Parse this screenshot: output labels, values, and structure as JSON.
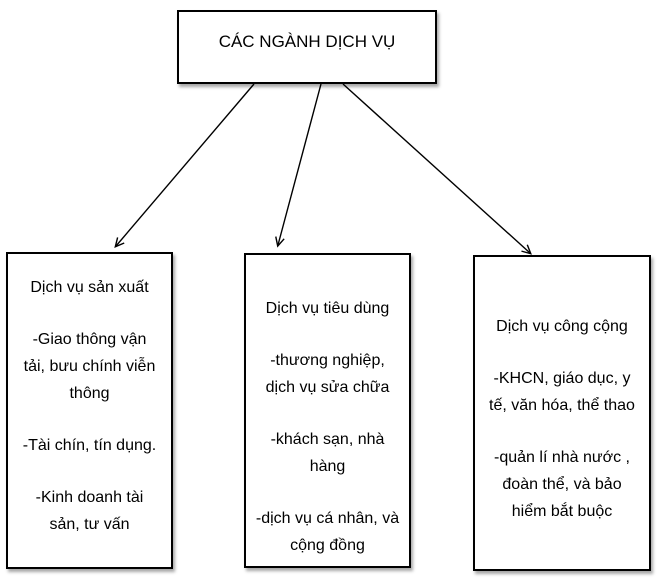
{
  "diagram": {
    "root": {
      "label": "CÁC NGÀNH DỊCH VỤ"
    },
    "branches": [
      {
        "heading": "Dịch vụ sản xuất",
        "items": [
          "-Giao thông vận\ntải, bưu chính viễn\nthông",
          "-Tài chín, tín dụng.",
          "-Kinh doanh tài\nsản, tư vấn"
        ]
      },
      {
        "heading": "Dịch vụ tiêu dùng",
        "items": [
          "-thương nghiệp,\ndịch vụ sửa chữa",
          "-khách sạn, nhà\nhàng",
          "-dịch vụ cá nhân, và\ncộng đồng"
        ]
      },
      {
        "heading": "Dịch vụ công cộng",
        "items": [
          "-KHCN, giáo dục, y\ntế, văn hóa, thể thao",
          "-quản lí nhà nước ,\nđoàn thể, và bảo\nhiểm bắt buộc"
        ]
      }
    ],
    "colors": {
      "border": "#000000",
      "text": "#000000",
      "background": "#ffffff",
      "arrow": "#000000"
    }
  }
}
